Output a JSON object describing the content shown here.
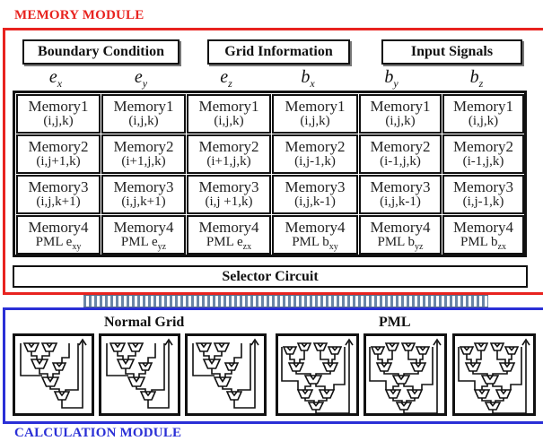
{
  "memory_module": {
    "title": "MEMORY MODULE",
    "headers": [
      "Boundary Condition",
      "Grid Information",
      "Input Signals"
    ],
    "variables": [
      {
        "base": "e",
        "sub": "x"
      },
      {
        "base": "e",
        "sub": "y"
      },
      {
        "base": "e",
        "sub": "z"
      },
      {
        "base": "b",
        "sub": "x"
      },
      {
        "base": "b",
        "sub": "y"
      },
      {
        "base": "b",
        "sub": "z"
      }
    ],
    "rows": [
      [
        {
          "line1": "Memory1",
          "line2": "(i,j,k)"
        },
        {
          "line1": "Memory1",
          "line2": "(i,j,k)"
        },
        {
          "line1": "Memory1",
          "line2": "(i,j,k)"
        },
        {
          "line1": "Memory1",
          "line2": "(i,j,k)"
        },
        {
          "line1": "Memory1",
          "line2": "(i,j,k)"
        },
        {
          "line1": "Memory1",
          "line2": "(i,j,k)"
        }
      ],
      [
        {
          "line1": "Memory2",
          "line2": "(i,j+1,k)"
        },
        {
          "line1": "Memory2",
          "line2": "(i+1,j,k)"
        },
        {
          "line1": "Memory2",
          "line2": "(i+1,j,k)"
        },
        {
          "line1": "Memory2",
          "line2": "(i,j-1,k)"
        },
        {
          "line1": "Memory2",
          "line2": "(i-1,j,k)"
        },
        {
          "line1": "Memory2",
          "line2": "(i-1,j,k)"
        }
      ],
      [
        {
          "line1": "Memory3",
          "line2": "(i,j,k+1)"
        },
        {
          "line1": "Memory3",
          "line2": "(i,j,k+1)"
        },
        {
          "line1": "Memory3",
          "line2": "(i,j +1,k)"
        },
        {
          "line1": "Memory3",
          "line2": "(i,j,k-1)"
        },
        {
          "line1": "Memory3",
          "line2": "(i,j,k-1)"
        },
        {
          "line1": "Memory3",
          "line2": "(i,j-1,k)"
        }
      ],
      [
        {
          "line1": "Memory4",
          "line2": "PML e",
          "sub": "xy"
        },
        {
          "line1": "Memory4",
          "line2": "PML e",
          "sub": "yz"
        },
        {
          "line1": "Memory4",
          "line2": "PML e",
          "sub": "zx"
        },
        {
          "line1": "Memory4",
          "line2": "PML b",
          "sub": "xy"
        },
        {
          "line1": "Memory4",
          "line2": "PML b",
          "sub": "yz"
        },
        {
          "line1": "Memory4",
          "line2": "PML b",
          "sub": "zx"
        }
      ]
    ],
    "selector": "Selector Circuit"
  },
  "calculation_module": {
    "title": "CALCULATION MODULE",
    "normal_label": "Normal Grid",
    "pml_label": "PML",
    "units": [
      "normal",
      "normal",
      "normal",
      "pml",
      "pml",
      "pml"
    ]
  },
  "colors": {
    "memory_border": "#e8231f",
    "calculation_border": "#2a2fd6",
    "bus": "#6b86a6"
  }
}
